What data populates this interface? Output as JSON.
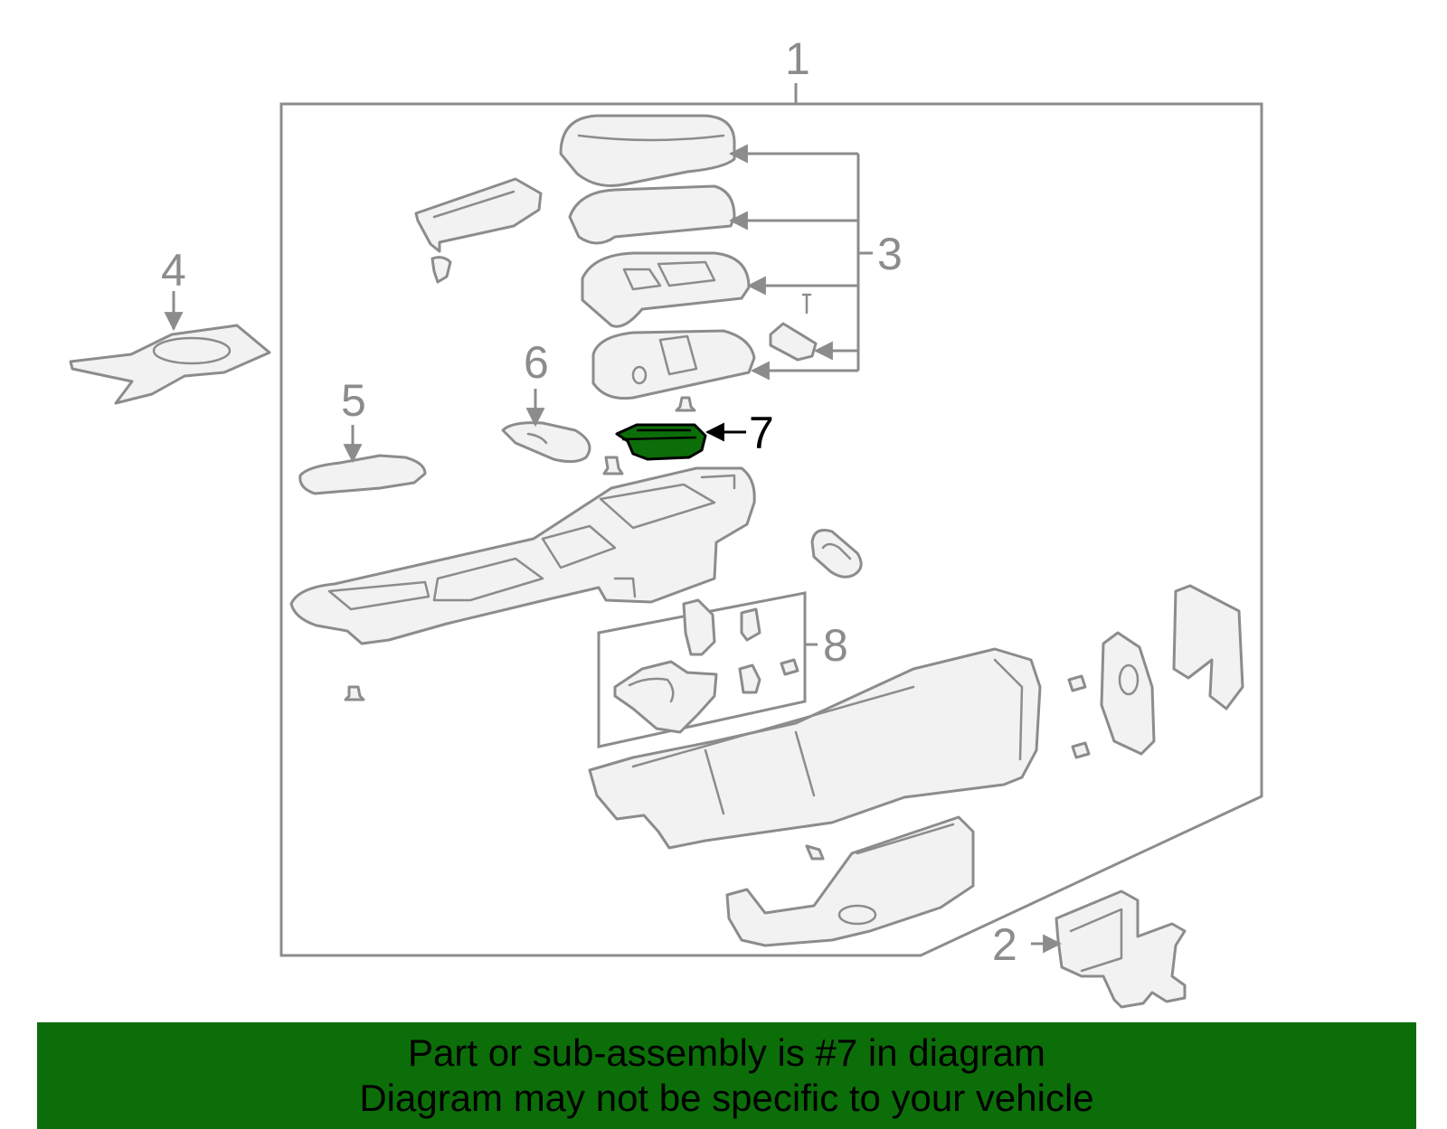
{
  "banner": {
    "line1": "Part or sub-assembly is #7 in diagram",
    "line2": "Diagram may not be specific to your vehicle",
    "background_color": "#0c6e09"
  },
  "highlight_color": "#0c6e09",
  "callouts": [
    {
      "id": "1",
      "label": "1"
    },
    {
      "id": "2",
      "label": "2"
    },
    {
      "id": "3",
      "label": "3"
    },
    {
      "id": "4",
      "label": "4"
    },
    {
      "id": "5",
      "label": "5"
    },
    {
      "id": "6",
      "label": "6"
    },
    {
      "id": "7",
      "label": "7",
      "highlighted": true
    },
    {
      "id": "8",
      "label": "8"
    }
  ]
}
